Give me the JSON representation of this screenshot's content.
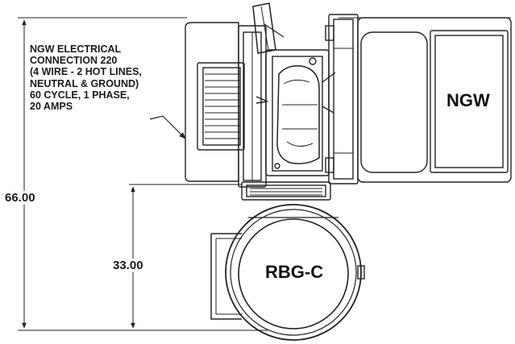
{
  "note": {
    "lines": [
      "NGW ELECTRICAL",
      "CONNECTION 220",
      "(4 WIRE - 2 HOT LINES,",
      "NEUTRAL & GROUND)",
      "60 CYCLE, 1 PHASE,",
      "20 AMPS"
    ]
  },
  "machines": {
    "ngw": "NGW",
    "rbg": "RBG-C"
  },
  "dimensions": {
    "overall": "66.00",
    "partial": "33.00"
  }
}
